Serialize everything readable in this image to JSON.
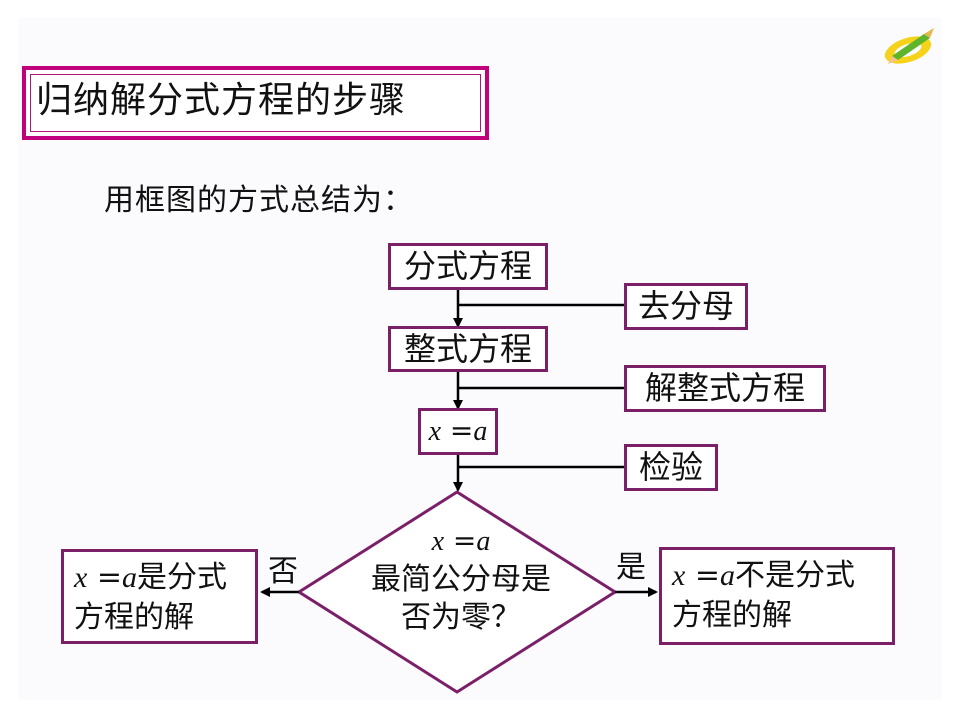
{
  "title": "归纳解分式方程的步骤",
  "subtitle": "用框图的方式总结为：",
  "flowchart": {
    "start": "分式方程",
    "step1_action": "去分母",
    "step1_result": "整式方程",
    "step2_action": "解整式方程",
    "step2_result_var": "x",
    "step2_result_eq": " =",
    "step2_result_val": "a",
    "step3_action": "检验",
    "decision": {
      "var": "x",
      "eq": " =",
      "val": "a",
      "line1": "最简公分母是",
      "line2": "否为零？"
    },
    "no_label": "否",
    "yes_label": "是",
    "left_result": {
      "var": "x",
      "eq": " =",
      "val": "a",
      "suffix": "是分式",
      "line2": "方程的解"
    },
    "right_result": {
      "var": "x",
      "eq": " =",
      "val": "a",
      "suffix": "不是分式",
      "line2": "方程的解"
    }
  },
  "colors": {
    "title_border": "#c0007c",
    "box_border": "#7a1f68",
    "line": "#000000"
  },
  "icons": [
    "pencil-logo-icon"
  ]
}
